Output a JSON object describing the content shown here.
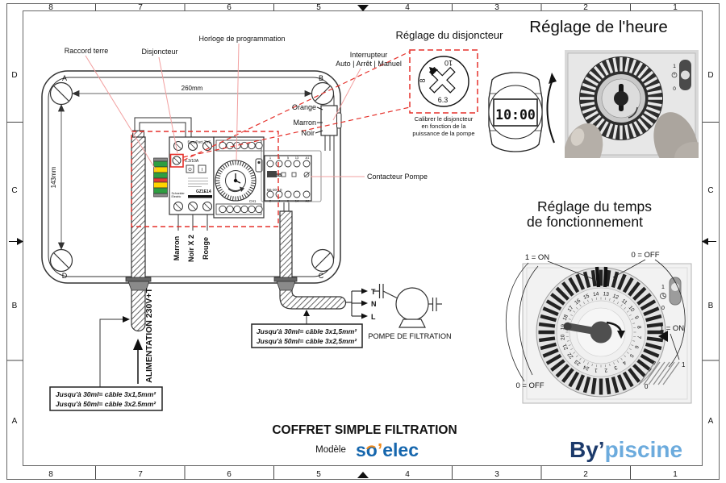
{
  "frame": {
    "top": [
      "8",
      "7",
      "6",
      "5",
      "4",
      "3",
      "2",
      "1"
    ],
    "bottom": [
      "8",
      "7",
      "6",
      "5",
      "4",
      "3",
      "2",
      "1"
    ],
    "left": [
      "D",
      "C",
      "B",
      "A"
    ],
    "right": [
      "D",
      "C",
      "B",
      "A"
    ]
  },
  "enclosure": {
    "corner_tl": "A",
    "corner_tr": "B",
    "corner_bl": "D",
    "corner_br": "C",
    "width_dim": "260mm",
    "height_dim": "143mm"
  },
  "callouts": {
    "raccord_terre": "Raccord terre",
    "disjoncteur": "Disjoncteur",
    "horloge": "Horloge de programmation",
    "interrupteur_1": "Interrupteur",
    "interrupteur_2": "Auto | Arrêt | Manuel",
    "contacteur": "Contacteur Pompe",
    "orange": "Orange",
    "marron": "Marron",
    "noir": "Noir"
  },
  "breaker": {
    "range": "EasyPact TVS",
    "rating": "6.3/10A",
    "off": "O",
    "on": "I",
    "model": "GZ1E14",
    "brand_1": "Schneider",
    "brand_2": "Electric"
  },
  "horloge": {
    "ch1": "CH1"
  },
  "contactor": {
    "brand": "ABB",
    "model": "B6-30-10",
    "t_top": [
      "1",
      "3",
      "5",
      "13"
    ],
    "t_bottom": [
      "2",
      "4",
      "6",
      "14"
    ],
    "a1": "A1",
    "a2": "A2"
  },
  "wires": {
    "w1": "Marron",
    "w2": "Noir X 2",
    "w3": "Rouge"
  },
  "supply": {
    "label": "ALIMENTATION 230V+T",
    "note_1": "Jusqu'à 30ml= câble 3x1,5mm²",
    "note_2": "Jusqu'à 50ml= câble 3x2.5mm²"
  },
  "pump": {
    "note_1": "Jusqu'à 30ml= câble 3x1,5mm²",
    "note_2": "Jusqu'à 50ml= câble 3x2,5mm²",
    "t": "T",
    "n": "N",
    "l": "L",
    "label": "POMPE DE FILTRATION"
  },
  "reglage_disjoncteur": {
    "title": "Réglage du disjoncteur",
    "v_max": "10",
    "v_mid": "8",
    "v_set": "6.3",
    "cap_1": "Calibrer le disjoncteur",
    "cap_2": "en fonction de la",
    "cap_3": "puissance de la pompe"
  },
  "reglage_heure": {
    "title": "Réglage de l'heure",
    "time": "10:00",
    "sw_on": "1",
    "sw_off": "0"
  },
  "reglage_temps": {
    "title_1": "Réglage du temps",
    "title_2": "de fonctionnement",
    "on_top_left": "1 = ON",
    "off_top_right": "0 = OFF",
    "on_right": "1 = ON",
    "off_bottom_left": "0 = OFF",
    "scale_one": "1",
    "scale_zero": "0",
    "sw_one": "1",
    "sw_zero": "0",
    "dial_numbers": [
      "1",
      "2",
      "3",
      "4",
      "5",
      "6",
      "7",
      "8",
      "9",
      "10",
      "11",
      "12",
      "13",
      "14",
      "15",
      "16",
      "17",
      "18",
      "19",
      "20",
      "21",
      "22",
      "23",
      "24"
    ]
  },
  "footer": {
    "title": "COFFRET SIMPLE FILTRATION",
    "model_label": "Modèle",
    "logo_1": "so",
    "logo_apos": "’",
    "logo_2": "elec",
    "brand_1": "By",
    "brand_apos": "’",
    "brand_2": "piscine"
  },
  "colors": {
    "accent_red": "#e5312b",
    "callout_pink": "#f2a0a0",
    "logo_blue": "#1566ad",
    "logo_orange": "#ef8a1d",
    "brand_navy": "#1c3a6b",
    "brand_light_blue": "#6cabdd",
    "terre_green": "#2f9e41",
    "terre_yellow": "#ffd500"
  }
}
